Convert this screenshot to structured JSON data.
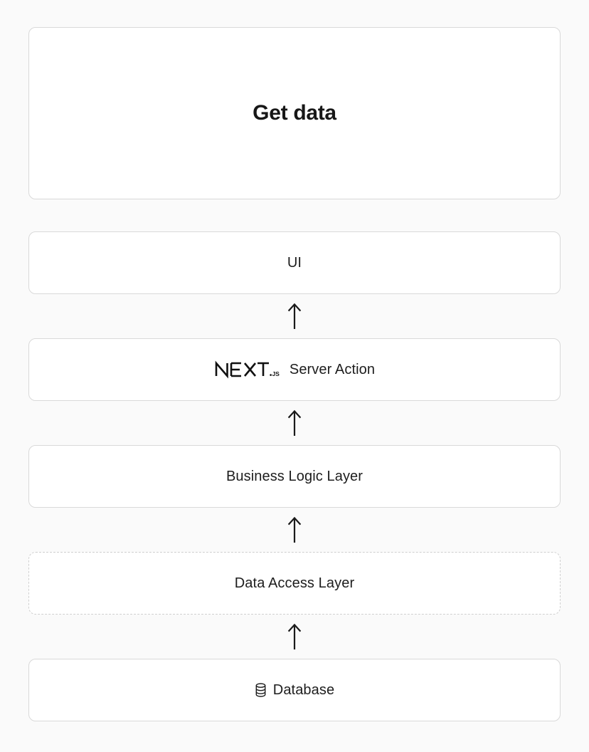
{
  "page": {
    "background_color": "#fafafa",
    "card_background": "#ffffff",
    "border_color": "#d9d9d9",
    "dashed_border_color": "#cfcfcf",
    "text_color": "#171717"
  },
  "hero": {
    "label": "Get data"
  },
  "layers": [
    {
      "id": "ui",
      "label": "UI",
      "border": "solid",
      "icon": null
    },
    {
      "id": "server-action",
      "label": "Server Action",
      "border": "solid",
      "icon": "nextjs-logo"
    },
    {
      "id": "business-logic-layer",
      "label": "Business Logic Layer",
      "border": "solid",
      "icon": null
    },
    {
      "id": "data-access-layer",
      "label": "Data Access Layer",
      "border": "dashed",
      "icon": null
    },
    {
      "id": "database",
      "label": "Database",
      "border": "solid",
      "icon": "database-icon"
    }
  ],
  "connectors": [
    {
      "id": "arrow-server-action-to-ui",
      "glyph": "arrow-up"
    },
    {
      "id": "arrow-business-logic-to-server-action",
      "glyph": "arrow-up"
    },
    {
      "id": "arrow-data-access-to-business-logic",
      "glyph": "arrow-up"
    },
    {
      "id": "arrow-database-to-data-access",
      "glyph": "arrow-up"
    }
  ],
  "logo": {
    "nextjs_wordmark": "NEXT.js",
    "nextjs_suffix": ".js"
  }
}
